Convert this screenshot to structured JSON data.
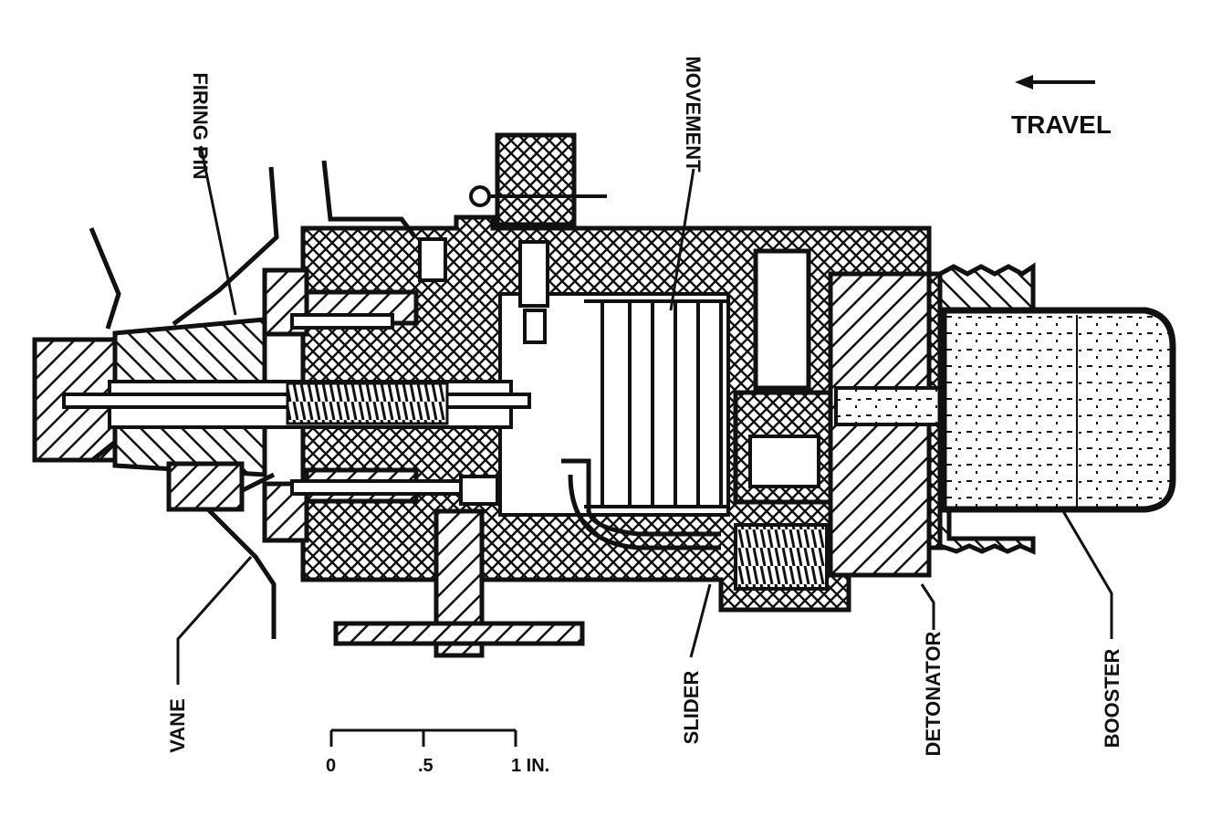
{
  "labels": {
    "firing_pin": "FIRING PIN",
    "movement": "MOVEMENT",
    "travel": "TRAVEL",
    "vane": "VANE",
    "slider": "SLIDER",
    "detonator": "DETONATOR",
    "booster": "BOOSTER"
  },
  "scale": {
    "tick_0": "0",
    "tick_half": ".5",
    "tick_1": "1 IN."
  },
  "colors": {
    "ink": "#111111",
    "paper": "#ffffff"
  }
}
